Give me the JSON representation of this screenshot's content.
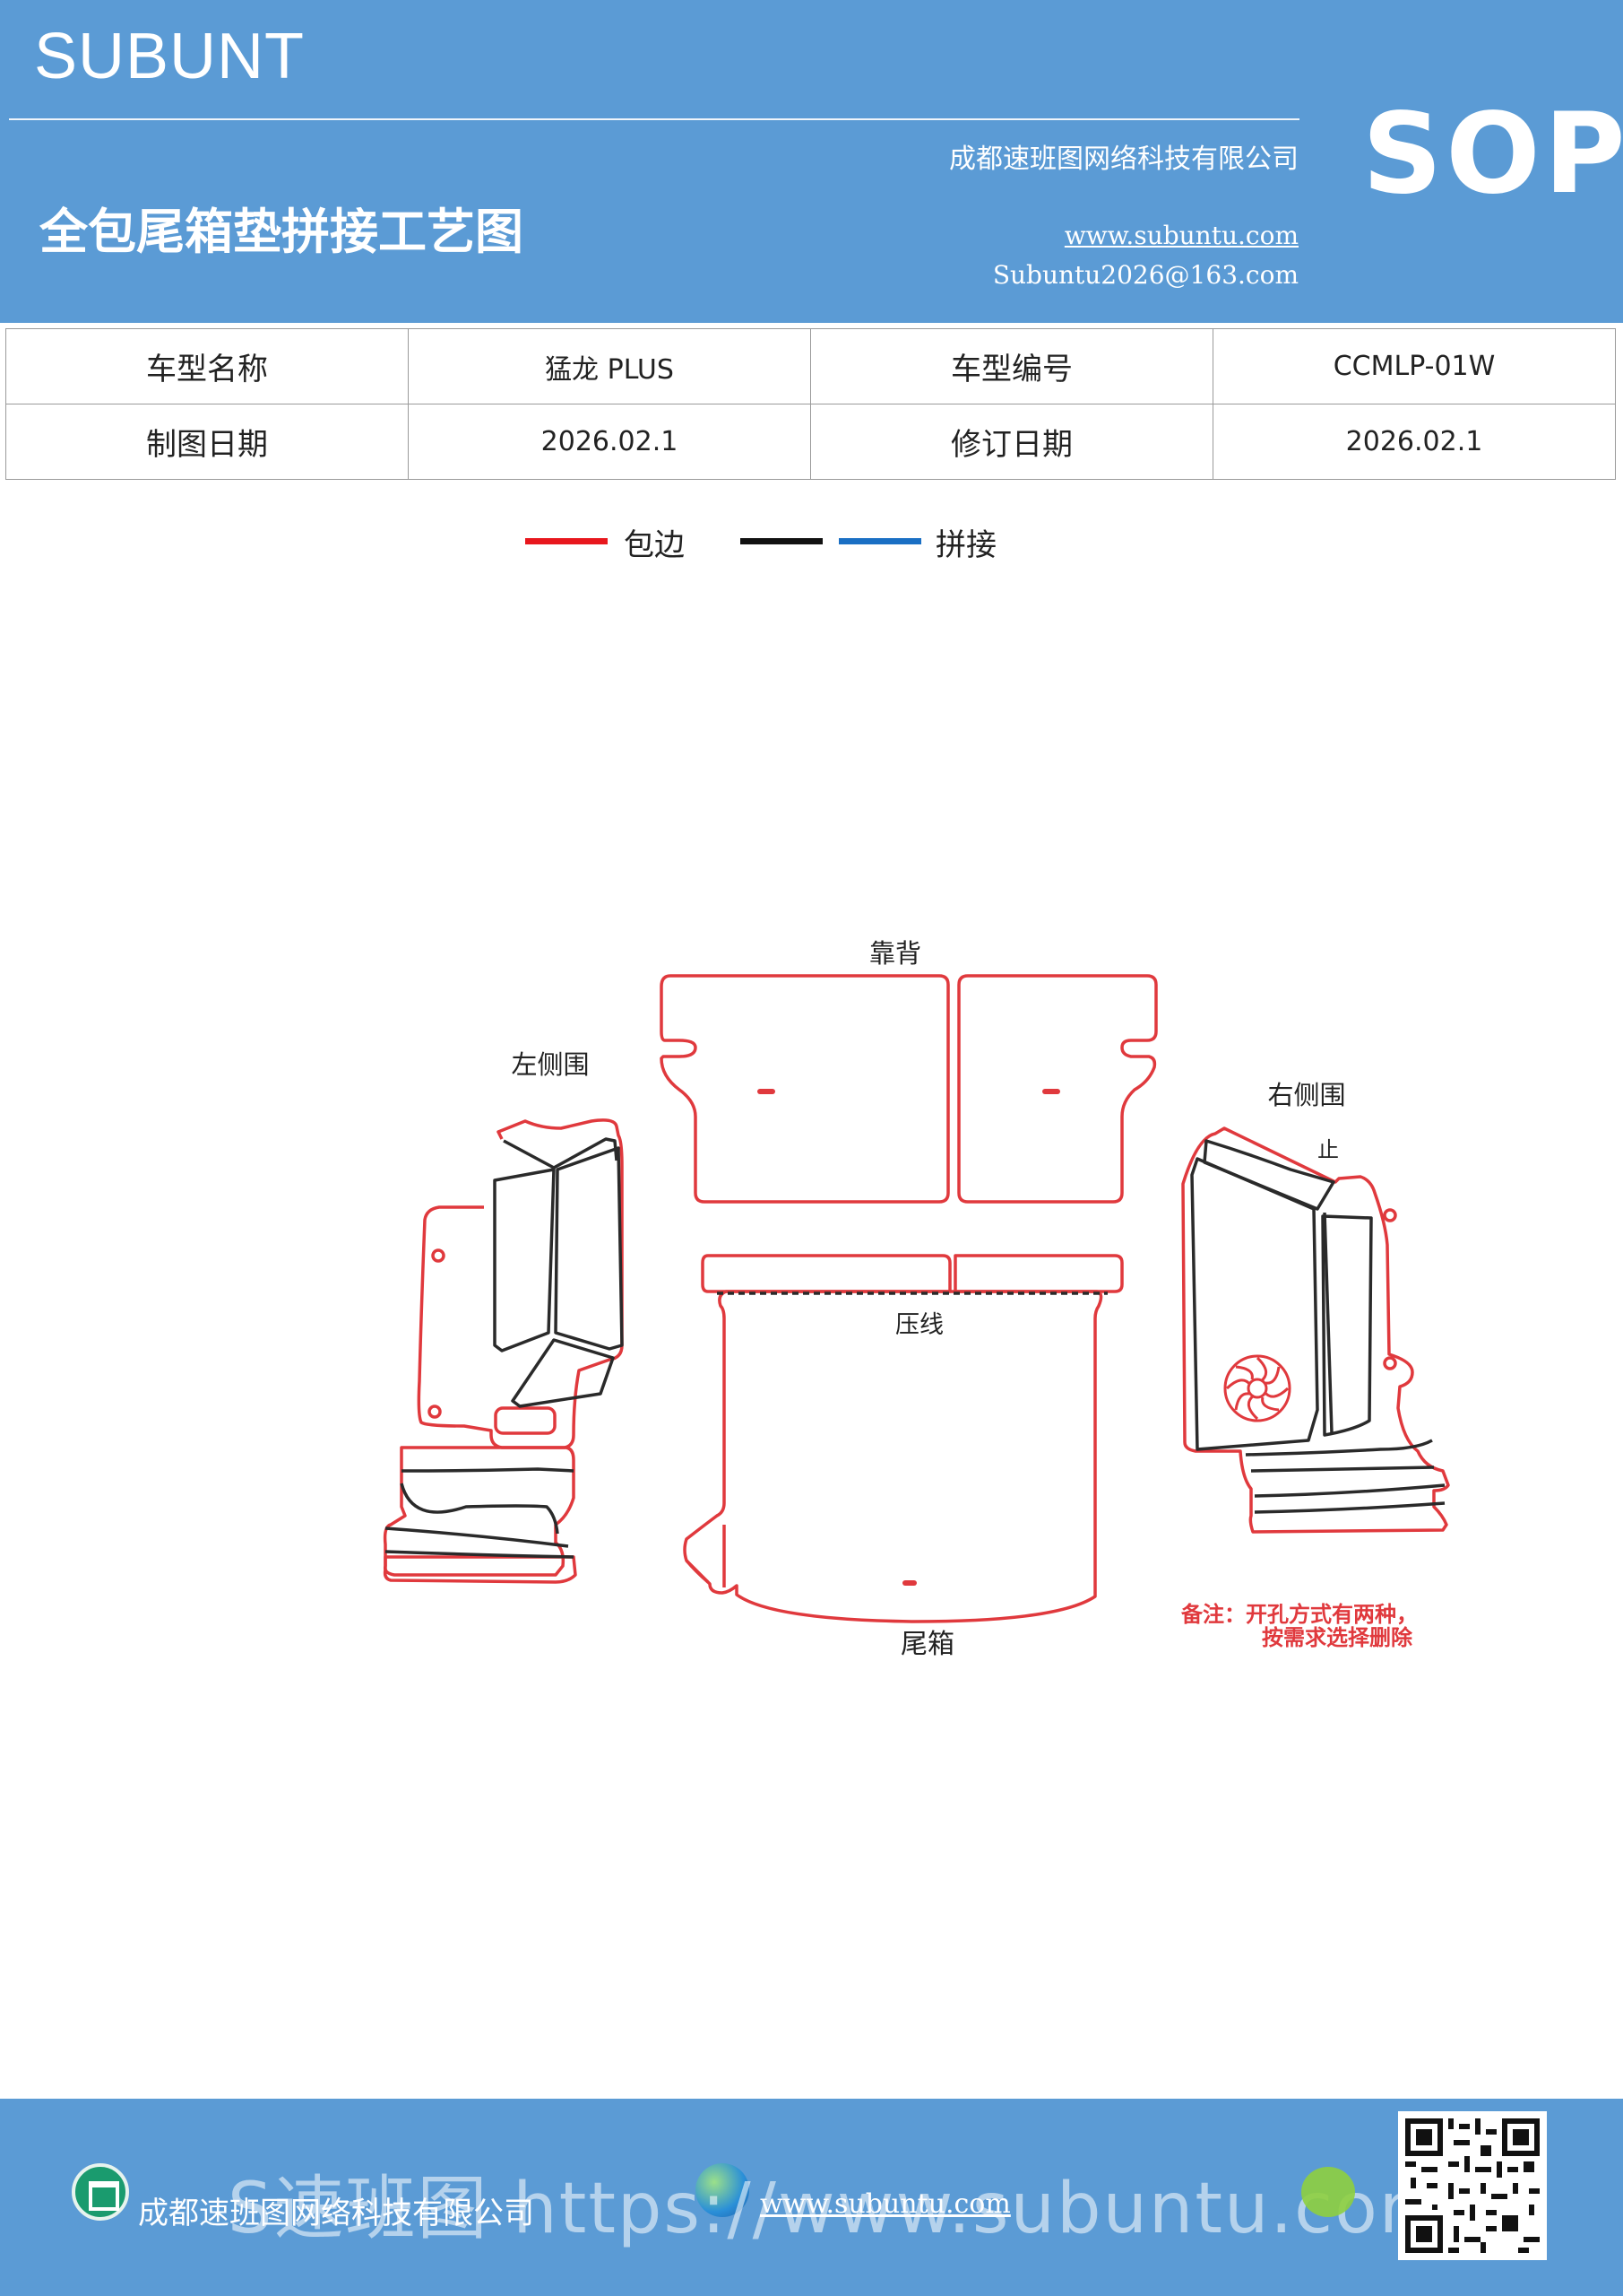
{
  "header": {
    "brand": "SUBUNT",
    "sop": "SOP",
    "company": "成都速班图网络科技有限公司",
    "title": "全包尾箱垫拼接工艺图",
    "website": "www.subuntu.com",
    "email": "Subuntu2026@163.com"
  },
  "info_table": {
    "rows": [
      [
        "车型名称",
        "猛龙  PLUS",
        "车型编号",
        "CCMLP-01W"
      ],
      [
        "制图日期",
        "2026.02.1",
        "修订日期",
        "2026.02.1"
      ]
    ]
  },
  "legend": {
    "items": [
      {
        "label": "包边",
        "color": "#e8171d"
      },
      {
        "label": "",
        "color": "#111111"
      },
      {
        "label": "拼接",
        "color": "#1a6fc4"
      }
    ]
  },
  "drawing": {
    "labels": {
      "backrest": "靠背",
      "left_side": "左侧围",
      "right_side": "右侧围",
      "crease": "压线",
      "trunk": "尾箱",
      "mark": "止"
    },
    "note_line1": "备注：开孔方式有两种，",
    "note_line2": "按需求选择删除",
    "colors": {
      "outline": "#e0393d",
      "seam": "#2a2a2a",
      "note": "#e0393d"
    }
  },
  "footer": {
    "company": "成都速班图网络科技有限公司",
    "website": "www.subuntu.com",
    "overlay": "S速班图 https://www.subuntu.com"
  }
}
